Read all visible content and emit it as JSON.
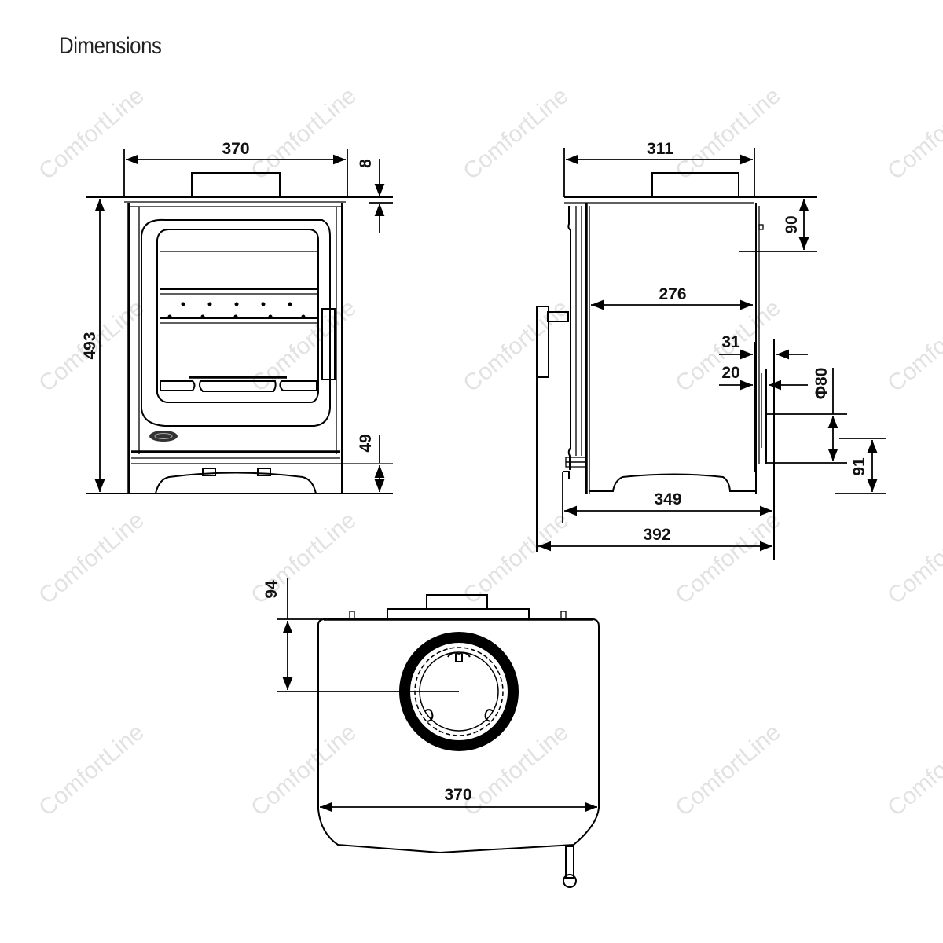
{
  "header": {
    "title": "Dimensions"
  },
  "watermark": {
    "text": "ComfortLine"
  },
  "front_view": {
    "width_label": "370",
    "top_offset_label": "8",
    "height_label": "493",
    "base_height_label": "49"
  },
  "side_view": {
    "width_label": "311",
    "flue_offset_label": "90",
    "body_depth_label": "276",
    "rear_offset_a_label": "31",
    "rear_offset_b_label": "20",
    "rear_flue_diameter_label": "Φ80",
    "rear_flue_height_label": "91",
    "base_depth_label": "349",
    "overall_depth_label": "392"
  },
  "top_view": {
    "flue_offset_label": "94",
    "width_label": "370"
  },
  "colors": {
    "line": "#000000",
    "watermark": "#d8d8d8",
    "background": "#ffffff"
  }
}
